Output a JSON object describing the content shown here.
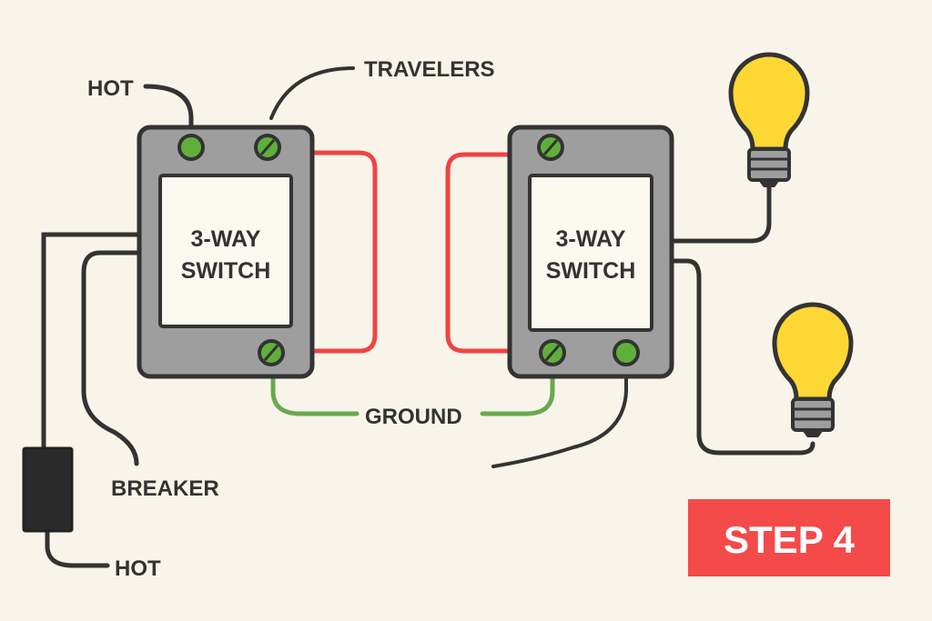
{
  "labels": {
    "hot_top": "HOT",
    "travelers": "TRAVELERS",
    "ground": "GROUND",
    "breaker": "BREAKER",
    "hot_bottom": "HOT"
  },
  "switch_left": {
    "line1": "3-WAY",
    "line2": "SWITCH"
  },
  "switch_right": {
    "line1": "3-WAY",
    "line2": "SWITCH"
  },
  "step_badge": "STEP 4",
  "colors": {
    "background": "#f8f4ea",
    "wire_hot": "#333333",
    "wire_traveler": "#ef4444",
    "wire_ground": "#6aa84f",
    "terminal": "#5fb03a",
    "switch_body": "#9e9e9e",
    "switch_face": "#fbf8f0",
    "bulb": "#fdd835",
    "badge": "#f44a4a",
    "text": "#333333"
  },
  "icons": [
    "light-bulb-icon",
    "breaker-icon",
    "screw-terminal-icon"
  ]
}
